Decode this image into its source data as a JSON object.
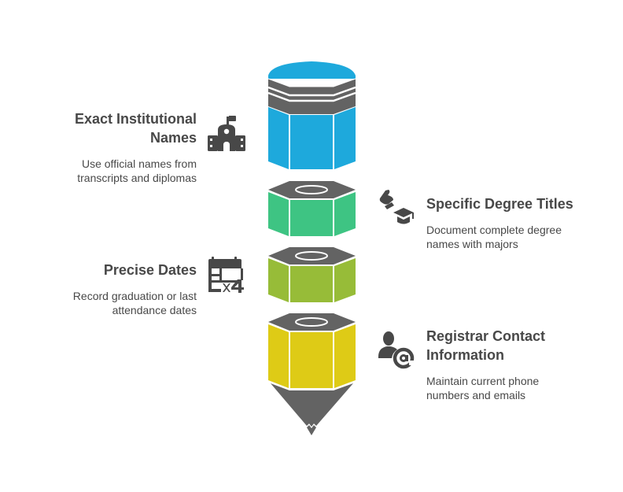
{
  "diagram": {
    "type": "pencil-infographic",
    "colors": {
      "eraser": "#1ea9dc",
      "band": "#636363",
      "segment_1": "#3ec483",
      "segment_2": "#97bc38",
      "segment_3": "#decb16",
      "tip": "#636363",
      "text": "#484848",
      "icon": "#484848"
    },
    "items": [
      {
        "title": "Exact Institutional Names",
        "title_line1": "Exact Institutional",
        "title_line2": "Names",
        "description_line1": "Use official names from",
        "description_line2": "transcripts and diplomas",
        "icon": "school-building-icon",
        "side": "left",
        "segment": "eraser"
      },
      {
        "title": "Specific Degree Titles",
        "title_line1": "Specific Degree Titles",
        "description_line1": "Document complete degree",
        "description_line2": "names with majors",
        "icon": "graduation-diploma-icon",
        "side": "right",
        "segment": "segment_1"
      },
      {
        "title": "Precise Dates",
        "title_line1": "Precise Dates",
        "description_line1": "Record graduation or last",
        "description_line2": "attendance dates",
        "icon": "calendar-repeat-icon",
        "side": "left",
        "segment": "segment_2"
      },
      {
        "title": "Registrar Contact Information",
        "title_line1": "Registrar Contact",
        "title_line2": "Information",
        "description_line1": "Maintain current phone",
        "description_line2": "numbers and emails",
        "icon": "contact-email-icon",
        "side": "right",
        "segment": "segment_3"
      }
    ]
  }
}
